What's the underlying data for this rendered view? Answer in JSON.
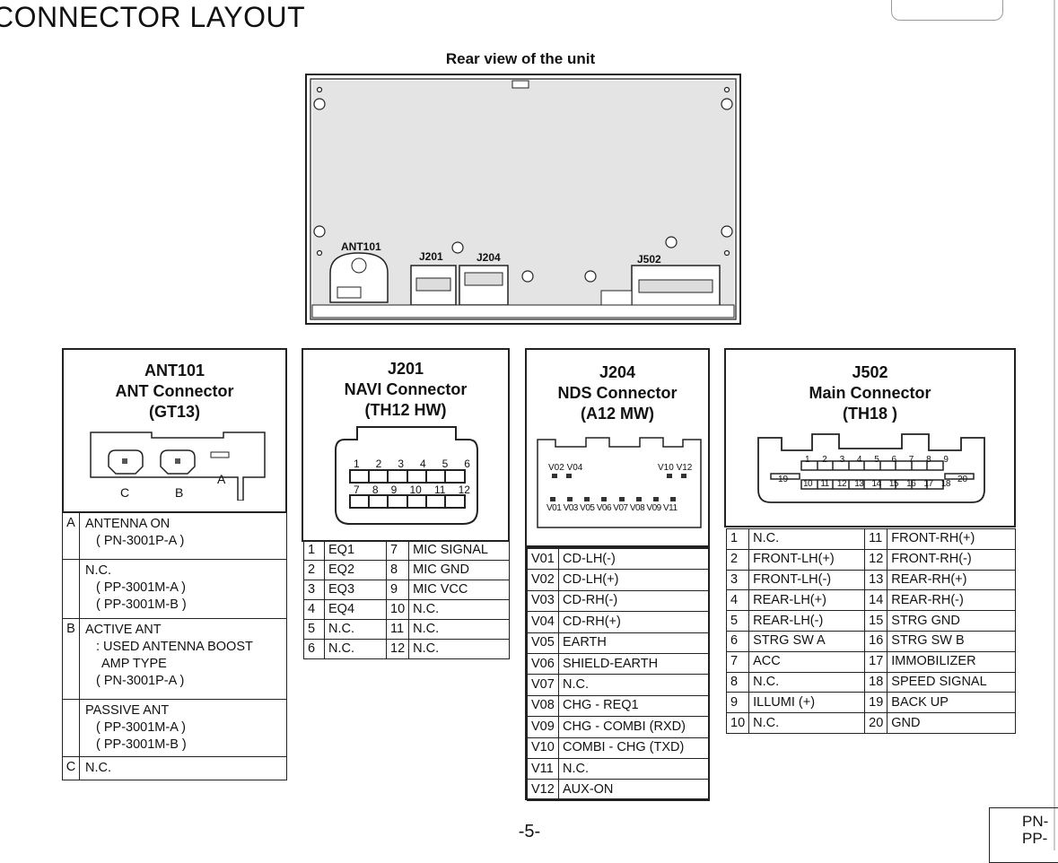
{
  "page_title": "CONNECTOR LAYOUT",
  "rear_view": {
    "caption": "Rear view of the unit",
    "labels": {
      "ant": "ANT101",
      "j201": "J201",
      "j204": "J204",
      "j502": "J502"
    }
  },
  "ant101": {
    "title": "ANT101",
    "subtitle": "ANT Connector",
    "type": "(GT13)",
    "pin_letters": [
      "C",
      "B",
      "A"
    ],
    "rows": [
      {
        "letter": "A",
        "lines": [
          "ANTENNA ON",
          "( PN-3001P-A )"
        ]
      },
      {
        "letter": "",
        "lines": [
          "N.C.",
          "( PP-3001M-A )",
          "( PP-3001M-B )"
        ]
      },
      {
        "letter": "B",
        "lines": [
          "ACTIVE ANT",
          ": USED ANTENNA BOOST",
          "AMP TYPE",
          "( PN-3001P-A )"
        ]
      },
      {
        "letter": "",
        "lines": [
          "PASSIVE ANT",
          "( PP-3001M-A )",
          "( PP-3001M-B )"
        ]
      },
      {
        "letter": "C",
        "lines": [
          "N.C."
        ]
      }
    ]
  },
  "j201": {
    "title": "J201",
    "subtitle": "NAVI Connector",
    "type": "(TH12 HW)",
    "top_pins": [
      "1",
      "2",
      "3",
      "4",
      "5",
      "6"
    ],
    "bottom_pins": [
      "7",
      "8",
      "9",
      "10",
      "11",
      "12"
    ],
    "rows": [
      [
        "1",
        "EQ1",
        "7",
        "MIC SIGNAL"
      ],
      [
        "2",
        "EQ2",
        "8",
        "MIC GND"
      ],
      [
        "3",
        "EQ3",
        "9",
        "MIC VCC"
      ],
      [
        "4",
        "EQ4",
        "10",
        "N.C."
      ],
      [
        "5",
        "N.C.",
        "11",
        "N.C."
      ],
      [
        "6",
        "N.C.",
        "12",
        "N.C."
      ]
    ]
  },
  "j204": {
    "title": "J204",
    "subtitle": "NDS Connector",
    "type": "(A12 MW)",
    "top_left_pins": "V02 V04",
    "top_right_pins": "V10 V12",
    "bottom_pins": "V01 V03 V05 V06 V07 V08 V09 V11",
    "rows": [
      [
        "V01",
        "CD-LH(-)"
      ],
      [
        "V02",
        "CD-LH(+)"
      ],
      [
        "V03",
        "CD-RH(-)"
      ],
      [
        "V04",
        "CD-RH(+)"
      ],
      [
        "V05",
        "EARTH"
      ],
      [
        "V06",
        "SHIELD-EARTH"
      ],
      [
        "V07",
        "N.C."
      ],
      [
        "V08",
        "CHG - REQ1"
      ],
      [
        "V09",
        "CHG - COMBI (RXD)"
      ],
      [
        "V10",
        "COMBI - CHG (TXD)"
      ],
      [
        "V11",
        "N.C."
      ],
      [
        "V12",
        "AUX-ON"
      ]
    ]
  },
  "j502": {
    "title": "J502",
    "subtitle": "Main Connector",
    "type": "(TH18 )",
    "top_pins": [
      "1",
      "2",
      "3",
      "4",
      "5",
      "6",
      "7",
      "8",
      "9"
    ],
    "bottom_pins": [
      "10",
      "11",
      "12",
      "13",
      "14",
      "15",
      "16",
      "17",
      "18"
    ],
    "side_left": "19",
    "side_right": "20",
    "rows": [
      [
        "1",
        "N.C.",
        "11",
        "FRONT-RH(+)"
      ],
      [
        "2",
        "FRONT-LH(+)",
        "12",
        "FRONT-RH(-)"
      ],
      [
        "3",
        "FRONT-LH(-)",
        "13",
        "REAR-RH(+)"
      ],
      [
        "4",
        "REAR-LH(+)",
        "14",
        "REAR-RH(-)"
      ],
      [
        "5",
        "REAR-LH(-)",
        "15",
        "STRG GND"
      ],
      [
        "6",
        "STRG SW A",
        "16",
        "STRG SW B"
      ],
      [
        "7",
        "ACC",
        "17",
        "IMMOBILIZER"
      ],
      [
        "8",
        "N.C.",
        "18",
        "SPEED SIGNAL"
      ],
      [
        "9",
        "ILLUMI (+)",
        "19",
        "BACK UP"
      ],
      [
        "10",
        "N.C.",
        "20",
        "GND"
      ]
    ]
  },
  "page_number": "-5-",
  "corner_labels": [
    "PN-",
    "PP-"
  ]
}
